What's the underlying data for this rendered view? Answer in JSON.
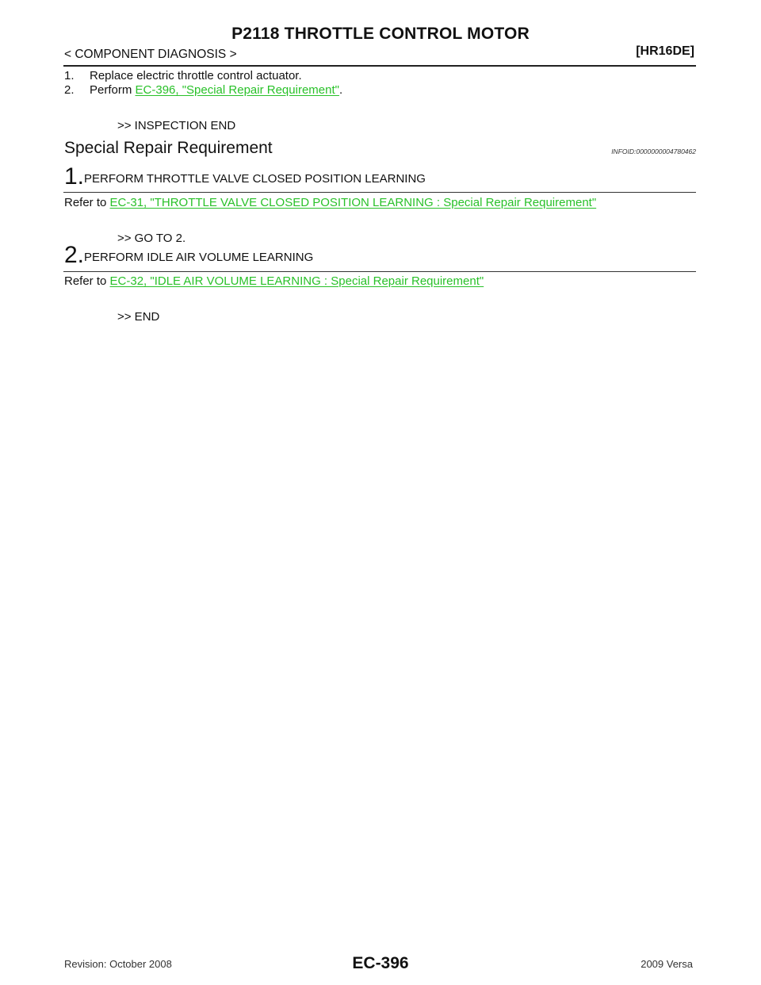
{
  "header": {
    "title": "P2118 THROTTLE CONTROL MOTOR",
    "section": "< COMPONENT DIAGNOSIS >",
    "model_code": "[HR16DE]"
  },
  "repair_steps": [
    {
      "number": "1.",
      "text": "Replace electric throttle control actuator."
    },
    {
      "number": "2.",
      "text": "Perform ",
      "link": "EC-396, \"Special Repair Requirement\"",
      "suffix": "."
    }
  ],
  "inspection_end": ">> INSPECTION END",
  "special_repair": {
    "heading": "Special Repair Requirement",
    "info_id": "INFOID:0000000004780462",
    "steps": [
      {
        "number": "1.",
        "title": "PERFORM THROTTLE VALVE CLOSED POSITION LEARNING",
        "refer_prefix": "Refer to ",
        "refer_link": "EC-31, \"THROTTLE VALVE CLOSED POSITION LEARNING : Special Repair Requirement\"",
        "result": ">> GO TO 2."
      },
      {
        "number": "2.",
        "title": "PERFORM IDLE AIR VOLUME LEARNING",
        "refer_prefix": "Refer to ",
        "refer_link": "EC-32, \"IDLE AIR VOLUME LEARNING : Special Repair Requirement\"",
        "result": ">> END"
      }
    ]
  },
  "footer": {
    "revision": "Revision: October 2008",
    "page": "EC-396",
    "model": "2009 Versa"
  },
  "colors": {
    "link": "#29c129",
    "text": "#111111"
  }
}
